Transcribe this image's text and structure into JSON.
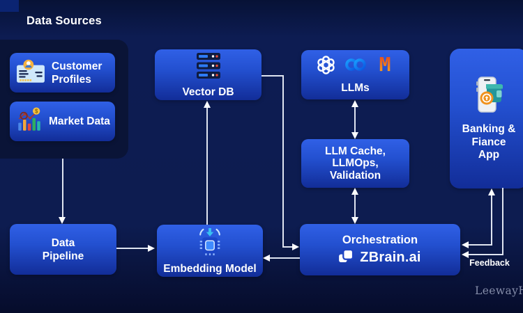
{
  "title": "Data Sources",
  "panel": {
    "items": [
      {
        "label": "Customer Profiles",
        "icon": "id-card-icon"
      },
      {
        "label": "Market Data",
        "icon": "bar-chart-icon"
      }
    ]
  },
  "nodes": {
    "vector_db": {
      "label": "Vector DB",
      "icon": "server-stack-icon"
    },
    "llms": {
      "label": "LLMs",
      "icons": [
        "openai-icon",
        "meta-icon",
        "mosaicml-icon"
      ]
    },
    "llm_cache": {
      "lines": [
        "LLM Cache,",
        "LLMOps,",
        "Validation"
      ]
    },
    "banking_app": {
      "lines": [
        "Banking &",
        "Fiance",
        "App"
      ],
      "icon": "phone-wallet-icon"
    },
    "data_pipeline": {
      "lines": [
        "Data",
        "Pipeline"
      ]
    },
    "embedding_model": {
      "label": "Embedding Model",
      "icon": "chip-icon"
    },
    "orchestration": {
      "label": "Orchestration",
      "brand": "ZBrain.ai",
      "icon": "zbrain-logo"
    }
  },
  "labels": {
    "feedback": "Feedback",
    "watermark": "LeewayHertz"
  },
  "icons": {
    "mosaicml_glyph": "M"
  },
  "colors": {
    "background_top": "#071236",
    "background_mid": "#0d1c52",
    "background_bottom": "#060c2b",
    "panel": "#0a1437",
    "node_gradient_top": "#3060e6",
    "node_gradient_bottom": "#122d98",
    "arrow_line": "#dfe4f0",
    "arrowhead": "#fbfcff",
    "meta_blue": "#1f7bf4",
    "mosaic_orange_top": "#e03d20",
    "mosaic_orange_bottom": "#f9b121",
    "wallet_teal": "#23969b",
    "coin_orange": "#f0921e",
    "watermark_gray": "#848ca8"
  }
}
